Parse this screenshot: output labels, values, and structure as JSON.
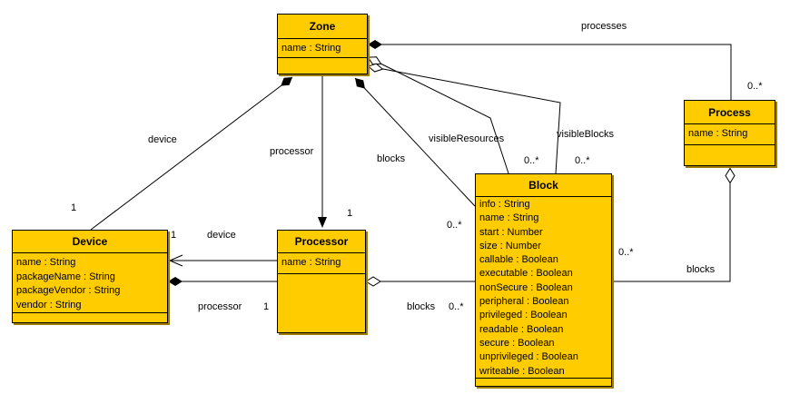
{
  "diagram": {
    "type": "uml-class-diagram",
    "background_color": "#ffffff",
    "class_fill_color": "#FFCC00",
    "class_border_color": "#000000",
    "class_shadow_color": "#9E7C00",
    "line_color": "#000000"
  },
  "classes": {
    "zone": {
      "name": "Zone",
      "attributes": [
        "name : String"
      ]
    },
    "process": {
      "name": "Process",
      "attributes": [
        "name : String"
      ]
    },
    "block": {
      "name": "Block",
      "attributes": [
        "info : String",
        "name : String",
        "start : Number",
        "size : Number",
        "callable : Boolean",
        "executable : Boolean",
        "nonSecure : Boolean",
        "peripheral : Boolean",
        "privileged : Boolean",
        "readable : Boolean",
        "secure : Boolean",
        "unprivileged : Boolean",
        "writeable : Boolean"
      ]
    },
    "device": {
      "name": "Device",
      "attributes": [
        "name : String",
        "packageName : String",
        "packageVendor : String",
        "vendor : String"
      ]
    },
    "processor": {
      "name": "Processor",
      "attributes": [
        "name : String"
      ]
    }
  },
  "labels": {
    "processes": "processes",
    "visible_resources": "visibleResources",
    "visible_blocks": "visibleBlocks",
    "zone_device": "device",
    "zone_processor": "processor",
    "zone_blocks": "blocks",
    "processor_device": "device",
    "device_processor": "processor",
    "processor_blocks": "blocks",
    "process_blocks": "blocks"
  },
  "multiplicities": {
    "processes_end": "0..*",
    "visible_resources_end": "0..*",
    "visible_blocks_end": "0..*",
    "zone_device_end": "1",
    "zone_processor_end": "1",
    "zone_blocks_end": "0..*",
    "processor_device_end": "1",
    "device_processor_end": "1",
    "processor_blocks_end": "0..*",
    "process_blocks_end": "0..*"
  }
}
